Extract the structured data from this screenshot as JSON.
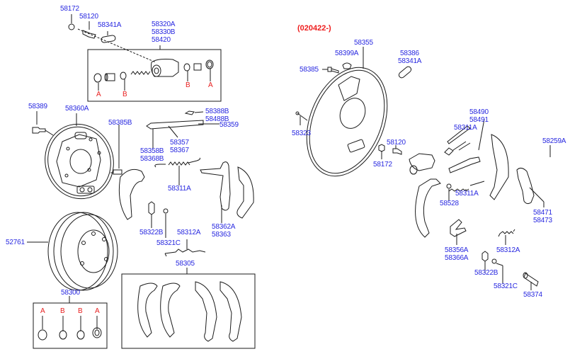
{
  "diagram": {
    "title": "Rear Drum Brake Exploded Parts Diagram",
    "version_note": "(020422-)",
    "colors": {
      "part_label": "#2828e0",
      "ref_letter": "#e82020",
      "version_note": "#ee1c1c",
      "line_art": "#1a1a1a"
    },
    "left_assembly": {
      "labels": {
        "bleeder_cap": "58172",
        "bleeder_screw": "58120",
        "cap_upper": "58341A",
        "wheel_cylinder": [
          "58320A",
          "58330B",
          "58420"
        ],
        "backing_bolt": "58389",
        "backing_plate": "58360A",
        "pin": "58385B",
        "adjuster_lever": [
          "58388B",
          "58488B"
        ],
        "adjuster_rod": "58359",
        "adjuster_nut": [
          "58357",
          "58367"
        ],
        "adjuster_end": [
          "58358B",
          "58368B"
        ],
        "return_spring": "58311A",
        "parking_lever": [
          "58362A",
          "58363"
        ],
        "hold_spring": "58322B",
        "hold_cup": "58321C",
        "lower_spring": "58312A",
        "shoe_kit": "58305",
        "drum": "52761",
        "seal_kit": "58300"
      },
      "cylinder_refs": [
        "A",
        "B",
        "B",
        "A"
      ],
      "seal_kit_refs": [
        "A",
        "B",
        "B",
        "A"
      ]
    },
    "right_assembly": {
      "labels": {
        "backing_plate": "58355",
        "plug": "58399A",
        "bolt": "58385",
        "seal": [
          "58386",
          "58341A"
        ],
        "pin": "58323",
        "bleeder_screw": "58120",
        "bleeder_cap": "58172",
        "adjuster": [
          "58490",
          "58491"
        ],
        "upper_spring": "58311A",
        "lower_spring_upper": "58311A",
        "clip": "58259A",
        "washer": "58528",
        "parking_lever": [
          "58471",
          "58473"
        ],
        "strut": [
          "58356A",
          "58366A"
        ],
        "lower_spring": "58312A",
        "hold_spring": "58322B",
        "hold_cup": "58321C",
        "pin_sleeve": "58374"
      }
    }
  }
}
